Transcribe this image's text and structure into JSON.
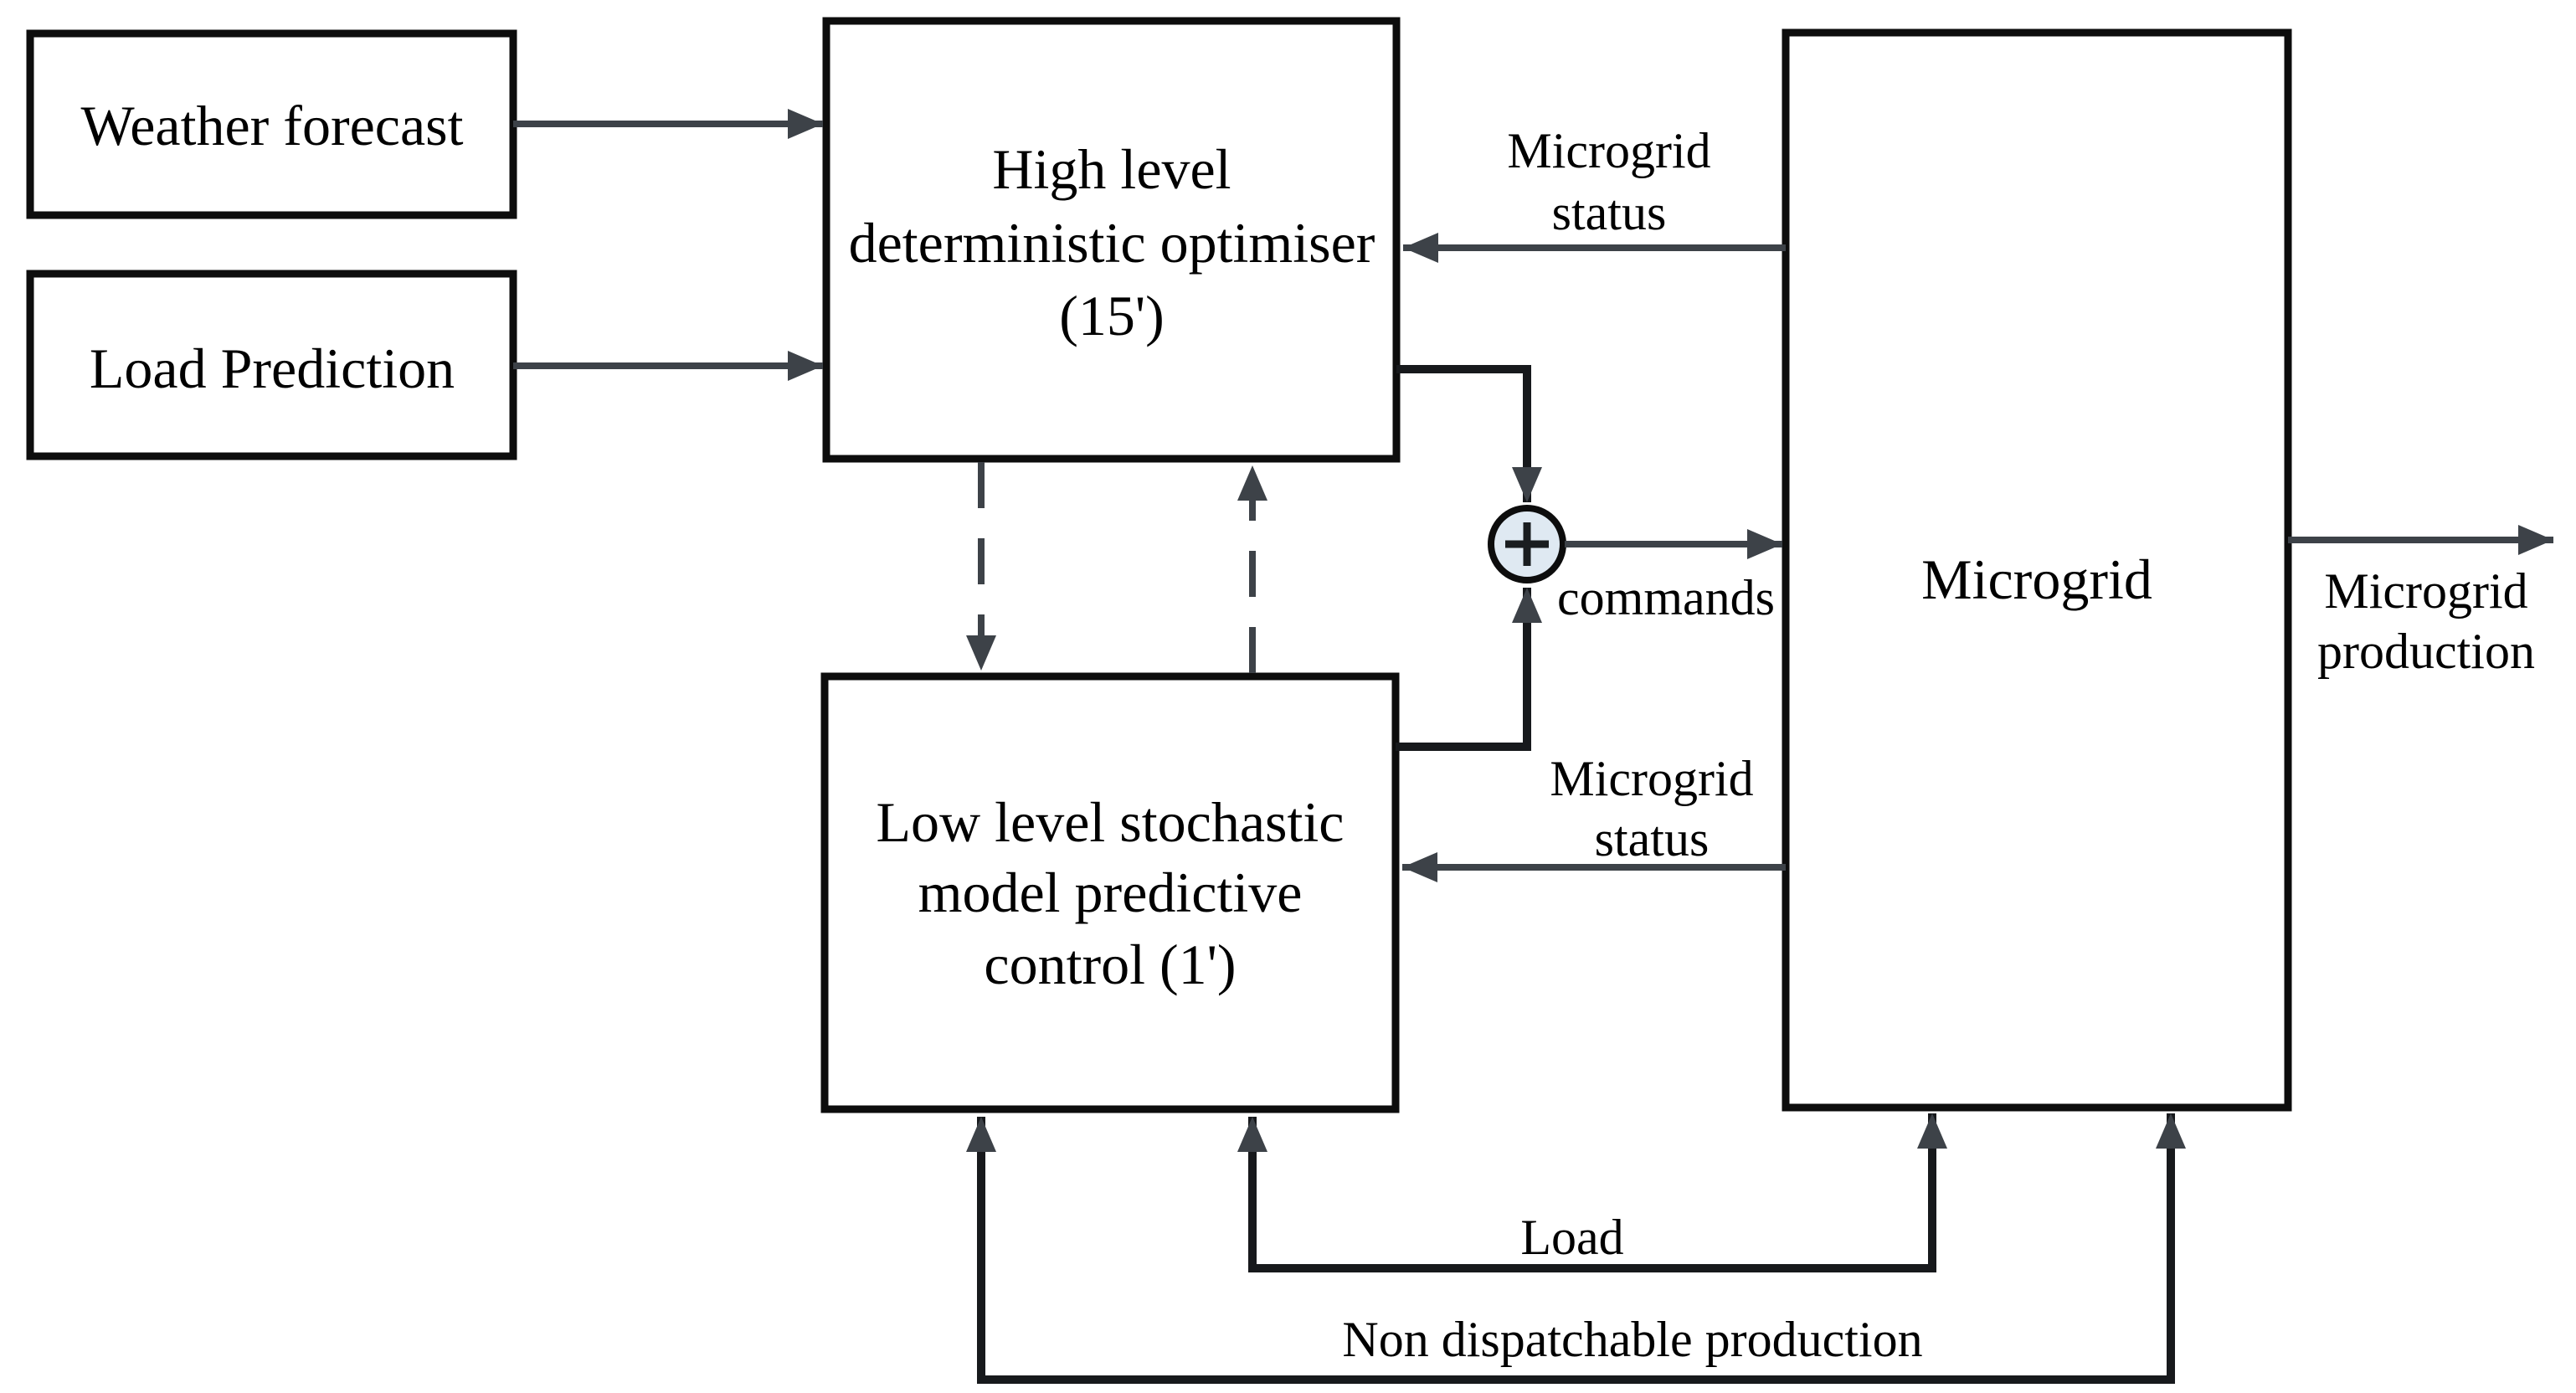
{
  "diagram": {
    "title_semantic": "Hierarchical microgrid control block diagram",
    "colors": {
      "background": "#ffffff",
      "box_border": "#0d0d0d",
      "arrow": "#3d4248",
      "text": "#000000",
      "sum_junction_fill": "#dfe9f2"
    },
    "nodes": {
      "weather": {
        "label": "Weather forecast"
      },
      "load_prediction": {
        "label": "Load Prediction"
      },
      "high_level": {
        "line1": "High level",
        "line2": "deterministic optimiser",
        "line3": "(15')"
      },
      "low_level": {
        "line1": "Low level stochastic",
        "line2": "model predictive",
        "line3": "control (1')"
      },
      "microgrid": {
        "label": "Microgrid"
      },
      "sum_junction": {
        "symbol": "+"
      }
    },
    "edge_labels": {
      "microgrid_status_top": {
        "line1": "Microgrid",
        "line2": "status"
      },
      "microgrid_status_bottom": {
        "line1": "Microgrid",
        "line2": "status"
      },
      "commands": "commands",
      "microgrid_production": {
        "line1": "Microgrid",
        "line2": "production"
      },
      "load_feedback": "Load",
      "non_dispatchable": "Non dispatchable production"
    }
  }
}
